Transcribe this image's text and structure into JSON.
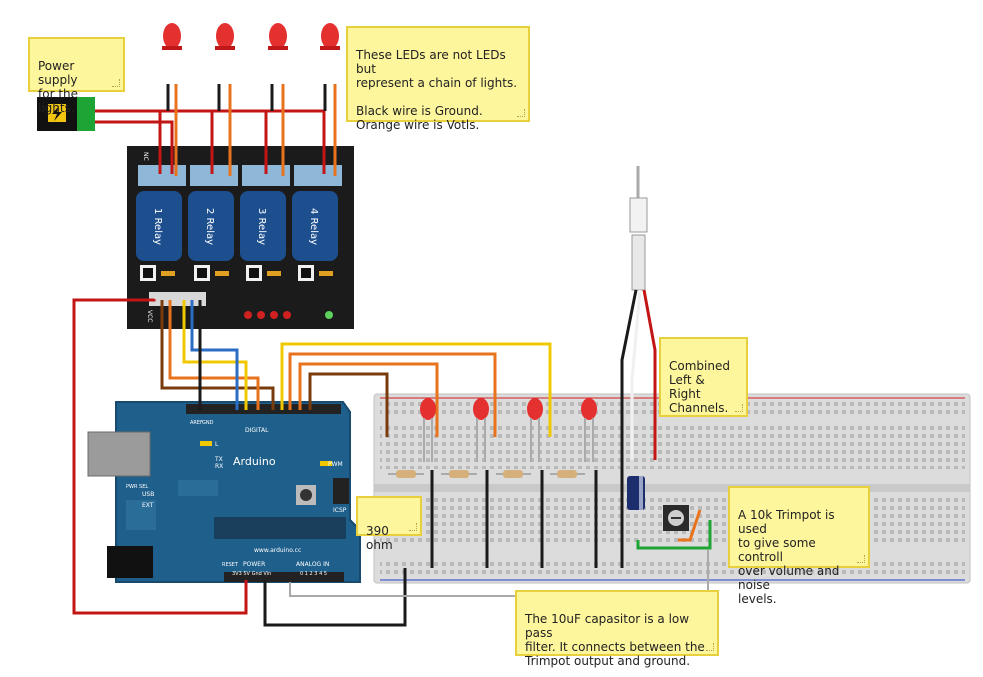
{
  "notes": {
    "power_supply": "Power supply\nfor the lights.",
    "leds": "These LEDs are not LEDs but\nrepresent a chain of lights.\n\nBlack wire is Ground.\nOrange wire is Votls.",
    "channels": "Combined\nLeft & Right\nChannels.",
    "resistor": "390 ohm",
    "trimpot": "A 10k Trimpot is used\nto give some controll\nover volume and noise\nlevels.",
    "capacitor": "The 10uF capasitor is a low pass\nfilter.  It connects between the\nTrimpot output and ground."
  },
  "relay": {
    "labels": [
      "1 Relay",
      "2 Relay",
      "3 Relay",
      "4 Relay"
    ],
    "terminal_label": "NC",
    "vcc_label": "VCC"
  },
  "arduino": {
    "brand": "Arduino",
    "url": "www.arduino.cc",
    "digital_label": "DIGITAL",
    "power_label": "POWER",
    "analog_label": "ANALOG IN",
    "icsp_label": "ICSP",
    "pwm_label": "PWM",
    "aref_label": "AREF",
    "gnd_label": "GND",
    "tx_label": "TX",
    "rx_label": "RX",
    "l_label": "L",
    "usb_label": "USB",
    "ext_label": "EXT",
    "pwr_sel_label": "PWR SEL",
    "reset_label": "RESET",
    "power_pins": "3V3 5V Gnd Vin",
    "analog_pins": "0 1 2 3 4 5"
  },
  "colors": {
    "board_blue": "#1f5f8b",
    "relay_black": "#1b1b1b",
    "relay_blue": "#1d4f8f",
    "wire_red": "#c41515",
    "wire_orange": "#e8731c",
    "wire_black": "#1a1a1a",
    "wire_brown": "#7a3b0c",
    "wire_yellow": "#f0c800",
    "wire_blue": "#2b6cc4",
    "wire_green": "#1ea335",
    "note_fill": "#fdf69c",
    "note_border": "#e8cf3c"
  }
}
